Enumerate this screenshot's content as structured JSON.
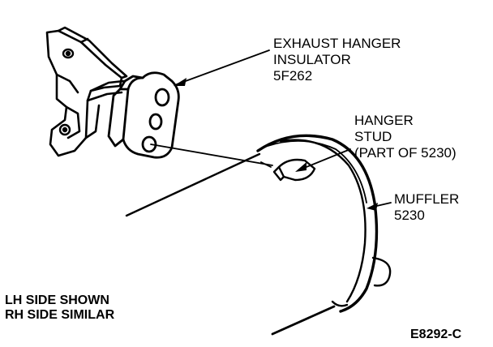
{
  "labels": {
    "insulator": {
      "line1": "EXHAUST HANGER",
      "line2": "INSULATOR",
      "line3": "5F262"
    },
    "stud": {
      "line1": "HANGER",
      "line2": "STUD",
      "line3": "(PART OF 5230)"
    },
    "muffler": {
      "line1": "MUFFLER",
      "line2": "5230"
    },
    "note": {
      "line1": "LH SIDE SHOWN",
      "line2": "RH SIDE SIMILAR"
    },
    "figure_id": "E8292-C"
  },
  "colors": {
    "ink": "#000000",
    "paper": "#ffffff"
  }
}
